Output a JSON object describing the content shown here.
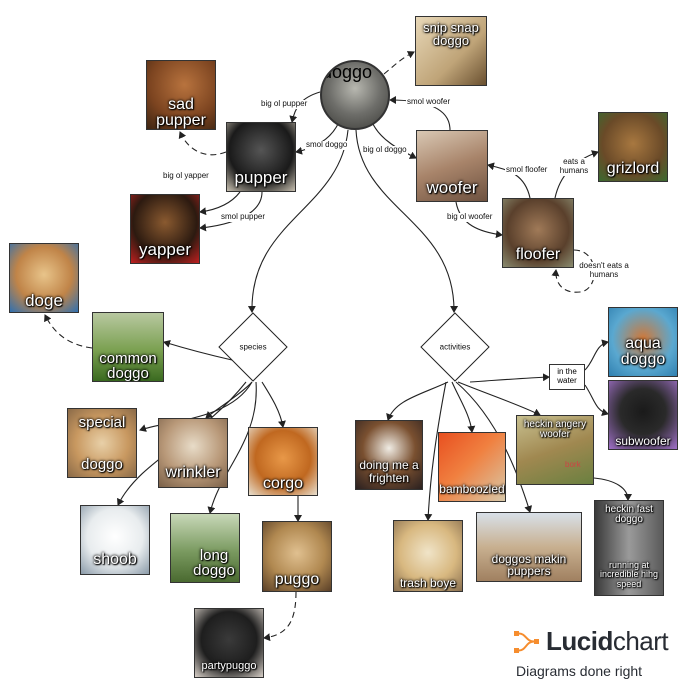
{
  "nodes": {
    "doggo": "doggo",
    "snip_snap": "snip snap doggo",
    "sad_pupper": "sad pupper",
    "pupper": "pupper",
    "yapper": "yapper",
    "woofer": "woofer",
    "grizlord": "grizlord",
    "floofer": "floofer",
    "doge": "doge",
    "common_doggo": "common doggo",
    "special_doggo_1": "special",
    "special_doggo_2": "doggo",
    "wrinkler": "wrinkler",
    "corgo": "corgo",
    "shoob": "shoob",
    "long_doggo": "long doggo",
    "puggo": "puggo",
    "partypuggo": "partypuggo",
    "aqua_doggo": "aqua doggo",
    "subwoofer": "subwoofer",
    "doing_me_a_frighten": "doing me a frighten",
    "bamboozled": "bamboozled",
    "heckin_angery_woofer": "heckin angery woofer",
    "bork": "bork",
    "trash_boye": "trash boye",
    "doggos_makin_puppers": "doggos makin puppers",
    "heckin_fast_doggo": "heckin fast doggo",
    "running_speed": "running at incredible hihg speed"
  },
  "decisions": {
    "species": "species",
    "activities": "activities",
    "in_the_water": "in the water"
  },
  "edge_labels": {
    "big_ol_pupper": "big ol pupper",
    "smol_woofer": "smol woofer",
    "smol_doggo": "smol doggo",
    "big_ol_doggo": "big ol doggo",
    "big_ol_yapper": "big ol yapper",
    "smol_pupper": "smol pupper",
    "smol_floofer": "smol floofer",
    "eats_a_humans": "eats a humans",
    "big_ol_woofer": "big ol woofer",
    "doesnt_eat_humans": "doesn't eats a humans"
  },
  "brand": {
    "name_bold": "Lucid",
    "name_regular": "chart",
    "tagline": "Diagrams done right"
  },
  "colors": {
    "line": "#222222",
    "brand_orange": "#f68d2e",
    "brand_text": "#282c33"
  }
}
